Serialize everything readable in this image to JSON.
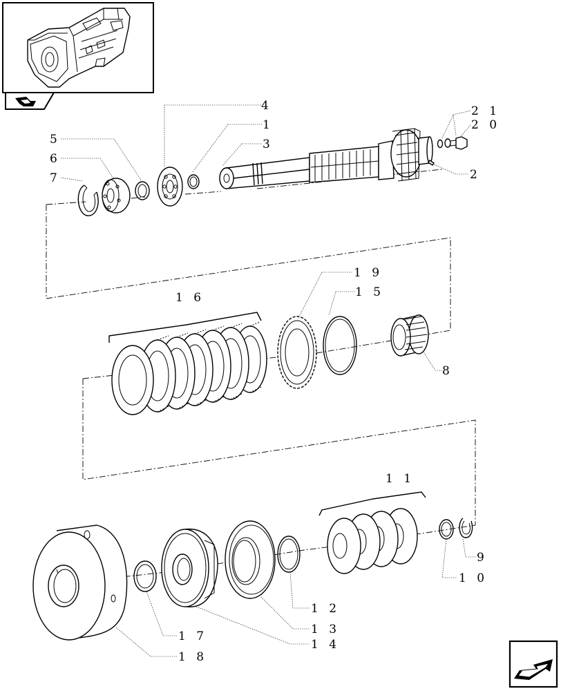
{
  "callouts": {
    "c1": "1",
    "c2": "2",
    "c3": "3",
    "c4": "4",
    "c5": "5",
    "c6": "6",
    "c7": "7",
    "c8": "8",
    "c9": "9",
    "c10": "1 0",
    "c11": "1 1",
    "c12": "1 2",
    "c13": "1 3",
    "c14": "1 4",
    "c15": "1 5",
    "c16": "1 6",
    "c17": "1 7",
    "c18": "1 8",
    "c19": "1 9",
    "c20": "2 0",
    "c21": "2 1"
  },
  "icons": {
    "thumbnail": "transmission-housing-icon",
    "page_back": "back-arrow-icon",
    "page_next": "next-page-arrow-icon"
  }
}
